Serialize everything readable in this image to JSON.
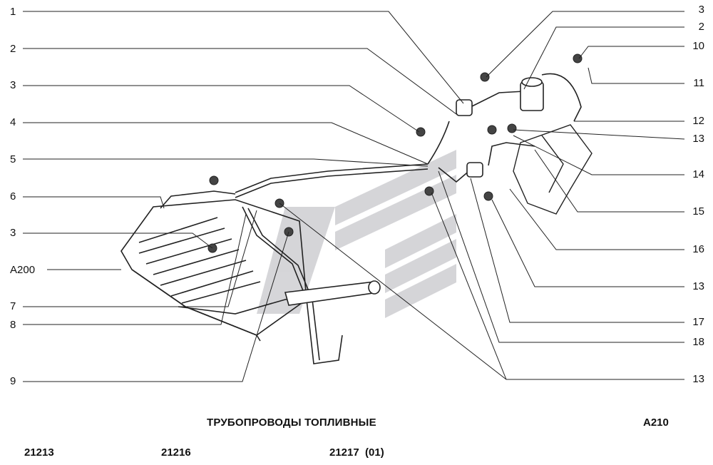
{
  "left_callouts": [
    "1",
    "2",
    "3",
    "4",
    "5",
    "6",
    "3",
    "A200",
    "7",
    "8",
    "9"
  ],
  "right_callouts": [
    "3",
    "2",
    "10",
    "11",
    "12",
    "13",
    "14",
    "15",
    "16",
    "13",
    "17",
    "18",
    "13"
  ],
  "footer": {
    "title": "ТРУБОПРОВОДЫ ТОПЛИВНЫЕ",
    "code": "A210",
    "models": [
      "21213",
      "21216",
      "21217  (01)"
    ]
  },
  "colors": {
    "line": "#222222",
    "watermark": "#c8c8cc"
  }
}
